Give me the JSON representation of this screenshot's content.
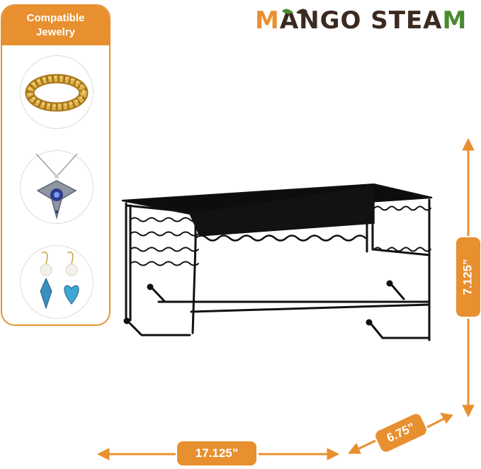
{
  "sidebar": {
    "title_line1": "Compatible",
    "title_line2": "Jewelry",
    "items": [
      {
        "label": "bracelet"
      },
      {
        "label": "necklace"
      },
      {
        "label": "earrings"
      }
    ]
  },
  "brand": {
    "part1": "M",
    "part2": "ANGO STEA",
    "part3": "M"
  },
  "dimensions": {
    "width": "17.125”",
    "height": "7.125”",
    "depth": "6.75”"
  },
  "colors": {
    "accent": "#e8902f",
    "brand_dark": "#3b2a20",
    "brand_green": "#4a8a2f",
    "product": "#111111"
  }
}
